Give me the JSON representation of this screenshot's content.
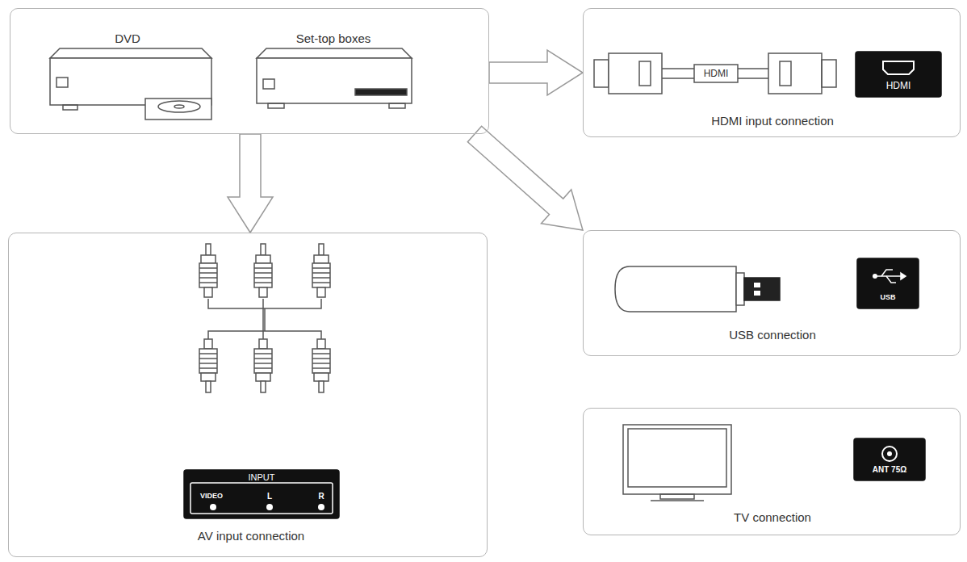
{
  "diagram": {
    "nodes": [
      {
        "text": [
          "DVD",
          "Set-top boxes"
        ]
      },
      {
        "text": [
          "HDMI input connection"
        ]
      },
      {
        "text": [
          "USB connection"
        ]
      },
      {
        "text": [
          "TV connection"
        ]
      },
      {
        "text": [
          "AV input connection"
        ]
      }
    ],
    "edges": [
      {
        "from": 0,
        "to": 1,
        "arrow": "to"
      },
      {
        "from": 0,
        "to": 2,
        "arrow": "to"
      },
      {
        "from": 0,
        "to": 4,
        "arrow": "to"
      }
    ],
    "labels": [
      "HDMI",
      "HDMI",
      "USB",
      "ANT 75Ω",
      "INPUT",
      "VIDEO",
      "L",
      "R"
    ]
  }
}
